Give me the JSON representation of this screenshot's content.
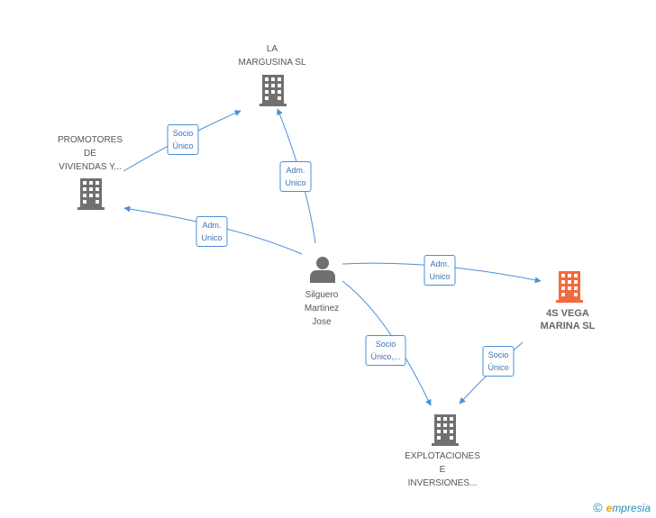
{
  "colors": {
    "edge": "#4a90d9",
    "building": "#707070",
    "focus_building": "#f26a3d",
    "person": "#707070"
  },
  "nodes": {
    "margusina": {
      "lines": [
        "LA",
        "MARGUSINA SL"
      ],
      "icon": "building-icon"
    },
    "promotores": {
      "lines": [
        "PROMOTORES",
        "DE",
        "VIVIENDAS Y..."
      ],
      "icon": "building-icon"
    },
    "silguero": {
      "lines": [
        "Silguero",
        "Martinez",
        "Jose"
      ],
      "icon": "person-icon"
    },
    "vega": {
      "lines": [
        "4S VEGA",
        "MARINA SL"
      ],
      "icon": "building-icon"
    },
    "explotaciones": {
      "lines": [
        "EXPLOTACIONES",
        "E",
        "INVERSIONES..."
      ],
      "icon": "building-icon"
    }
  },
  "edges": {
    "prom_marg": [
      "Socio",
      "Único"
    ],
    "silg_marg": [
      "Adm.",
      "Unico"
    ],
    "silg_prom": [
      "Adm.",
      "Unico"
    ],
    "silg_vega": [
      "Adm.",
      "Unico"
    ],
    "silg_expl": [
      "Socio",
      "Único,..."
    ],
    "vega_expl": [
      "Socio",
      "Único"
    ]
  },
  "footer": {
    "copyright": "©",
    "brand_first": "e",
    "brand_rest": "mpresia"
  }
}
